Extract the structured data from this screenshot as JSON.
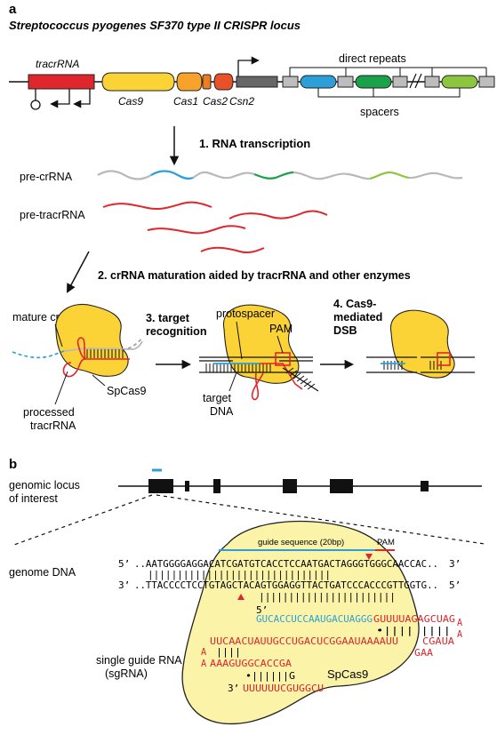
{
  "panel_a": {
    "letter": "a",
    "title": "Streptococcus pyogenes SF370 type II CRISPR locus",
    "gene_labels": {
      "tracr": "tracrRNA",
      "cas9": "Cas9",
      "cas1": "Cas1",
      "cas2": "Cas2",
      "csn2": "Csn2"
    },
    "direct_repeats": "direct repeats",
    "spacers": "spacers",
    "step1": "1. RNA transcription",
    "pre_crrna": "pre-crRNA",
    "pre_tracrrna": "pre-tracrRNA",
    "step2": "2. crRNA maturation aided by tracrRNA and other enzymes",
    "mature_crrna": "mature crRNA",
    "spcas9": "SpCas9",
    "processed_line1": "processed",
    "processed_line2": "tracrRNA",
    "step3_line1": "3. target",
    "step3_line2": "recognition",
    "protospacer": "protospacer",
    "pam": "PAM",
    "target_line1": "target",
    "target_line2": "DNA",
    "step4_line1": "4. Cas9-",
    "step4_line2": "mediated",
    "step4_line3": "DSB"
  },
  "panel_b": {
    "letter": "b",
    "locus_line1": "genomic locus",
    "locus_line2": "of interest",
    "genome_dna": "genome DNA",
    "guide_seq": "guide sequence (20bp)",
    "pam": "PAM",
    "top5": "5’",
    "top_strand": "..AATGGGGAGGACATCGATGTCACCTCCAATGACTAGGGTGGGCAACCAC..",
    "top3": "3’",
    "bars1": "|||||||||||||||||||||||||||||||",
    "bot3": "3’",
    "bot_strand": "..TTACCCCTCCTGTAGCTACAGTGGAGGTTACTGATCCCACCCGTTGGTG..",
    "bot5": "5’",
    "bars2": "|||||||||||||||||||||||",
    "rna5": "5’",
    "rna_guide": "GUCACCUCCAAUGACUAGGG",
    "rna_scaffold1": "GUUUUAGAGCUAG",
    "rna_loop_a1": "A",
    "rna_loop_a2": "A",
    "pair_row": "•||||  ||||",
    "rna_line2": "UUCAACUAUUGCCUGACUCGGAAUAAAAUU",
    "rna_cgaua": "CGAUA",
    "rna_gaa": "GAA",
    "side_a1": "A",
    "side_a2": "A",
    "stem1_bars": "||||",
    "sg_line1": "single guide RNA",
    "sg_line2": "(sgRNA)",
    "rna_line3": "AAAGUGGCACCGA",
    "spcas9": "SpCas9",
    "stem2_bars": "•||||||G",
    "rna3": "3’",
    "rna_tail": "UUUUUUCGUGGCU"
  }
}
